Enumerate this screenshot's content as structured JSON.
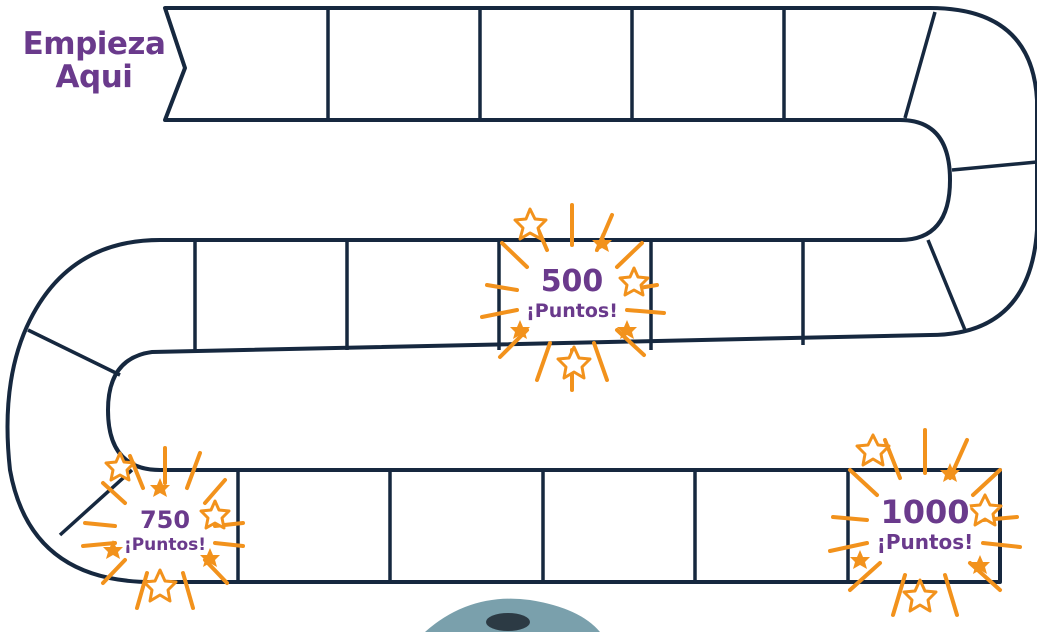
{
  "board": {
    "start_label_line1": "Empieza",
    "start_label_line2": "Aqui",
    "colors": {
      "outline": "#16283f",
      "label": "#6a3a8c",
      "burst": "#f2921c"
    },
    "bonus_spaces": [
      {
        "points": "500",
        "word": "¡Puntos!",
        "row": "middle"
      },
      {
        "points": "750",
        "word": "¡Puntos!",
        "row": "bottom-left"
      },
      {
        "points": "1000",
        "word": "¡Puntos!",
        "row": "bottom-right"
      }
    ],
    "decorations": [
      "star-icon",
      "burst-icon",
      "monster-head"
    ]
  }
}
